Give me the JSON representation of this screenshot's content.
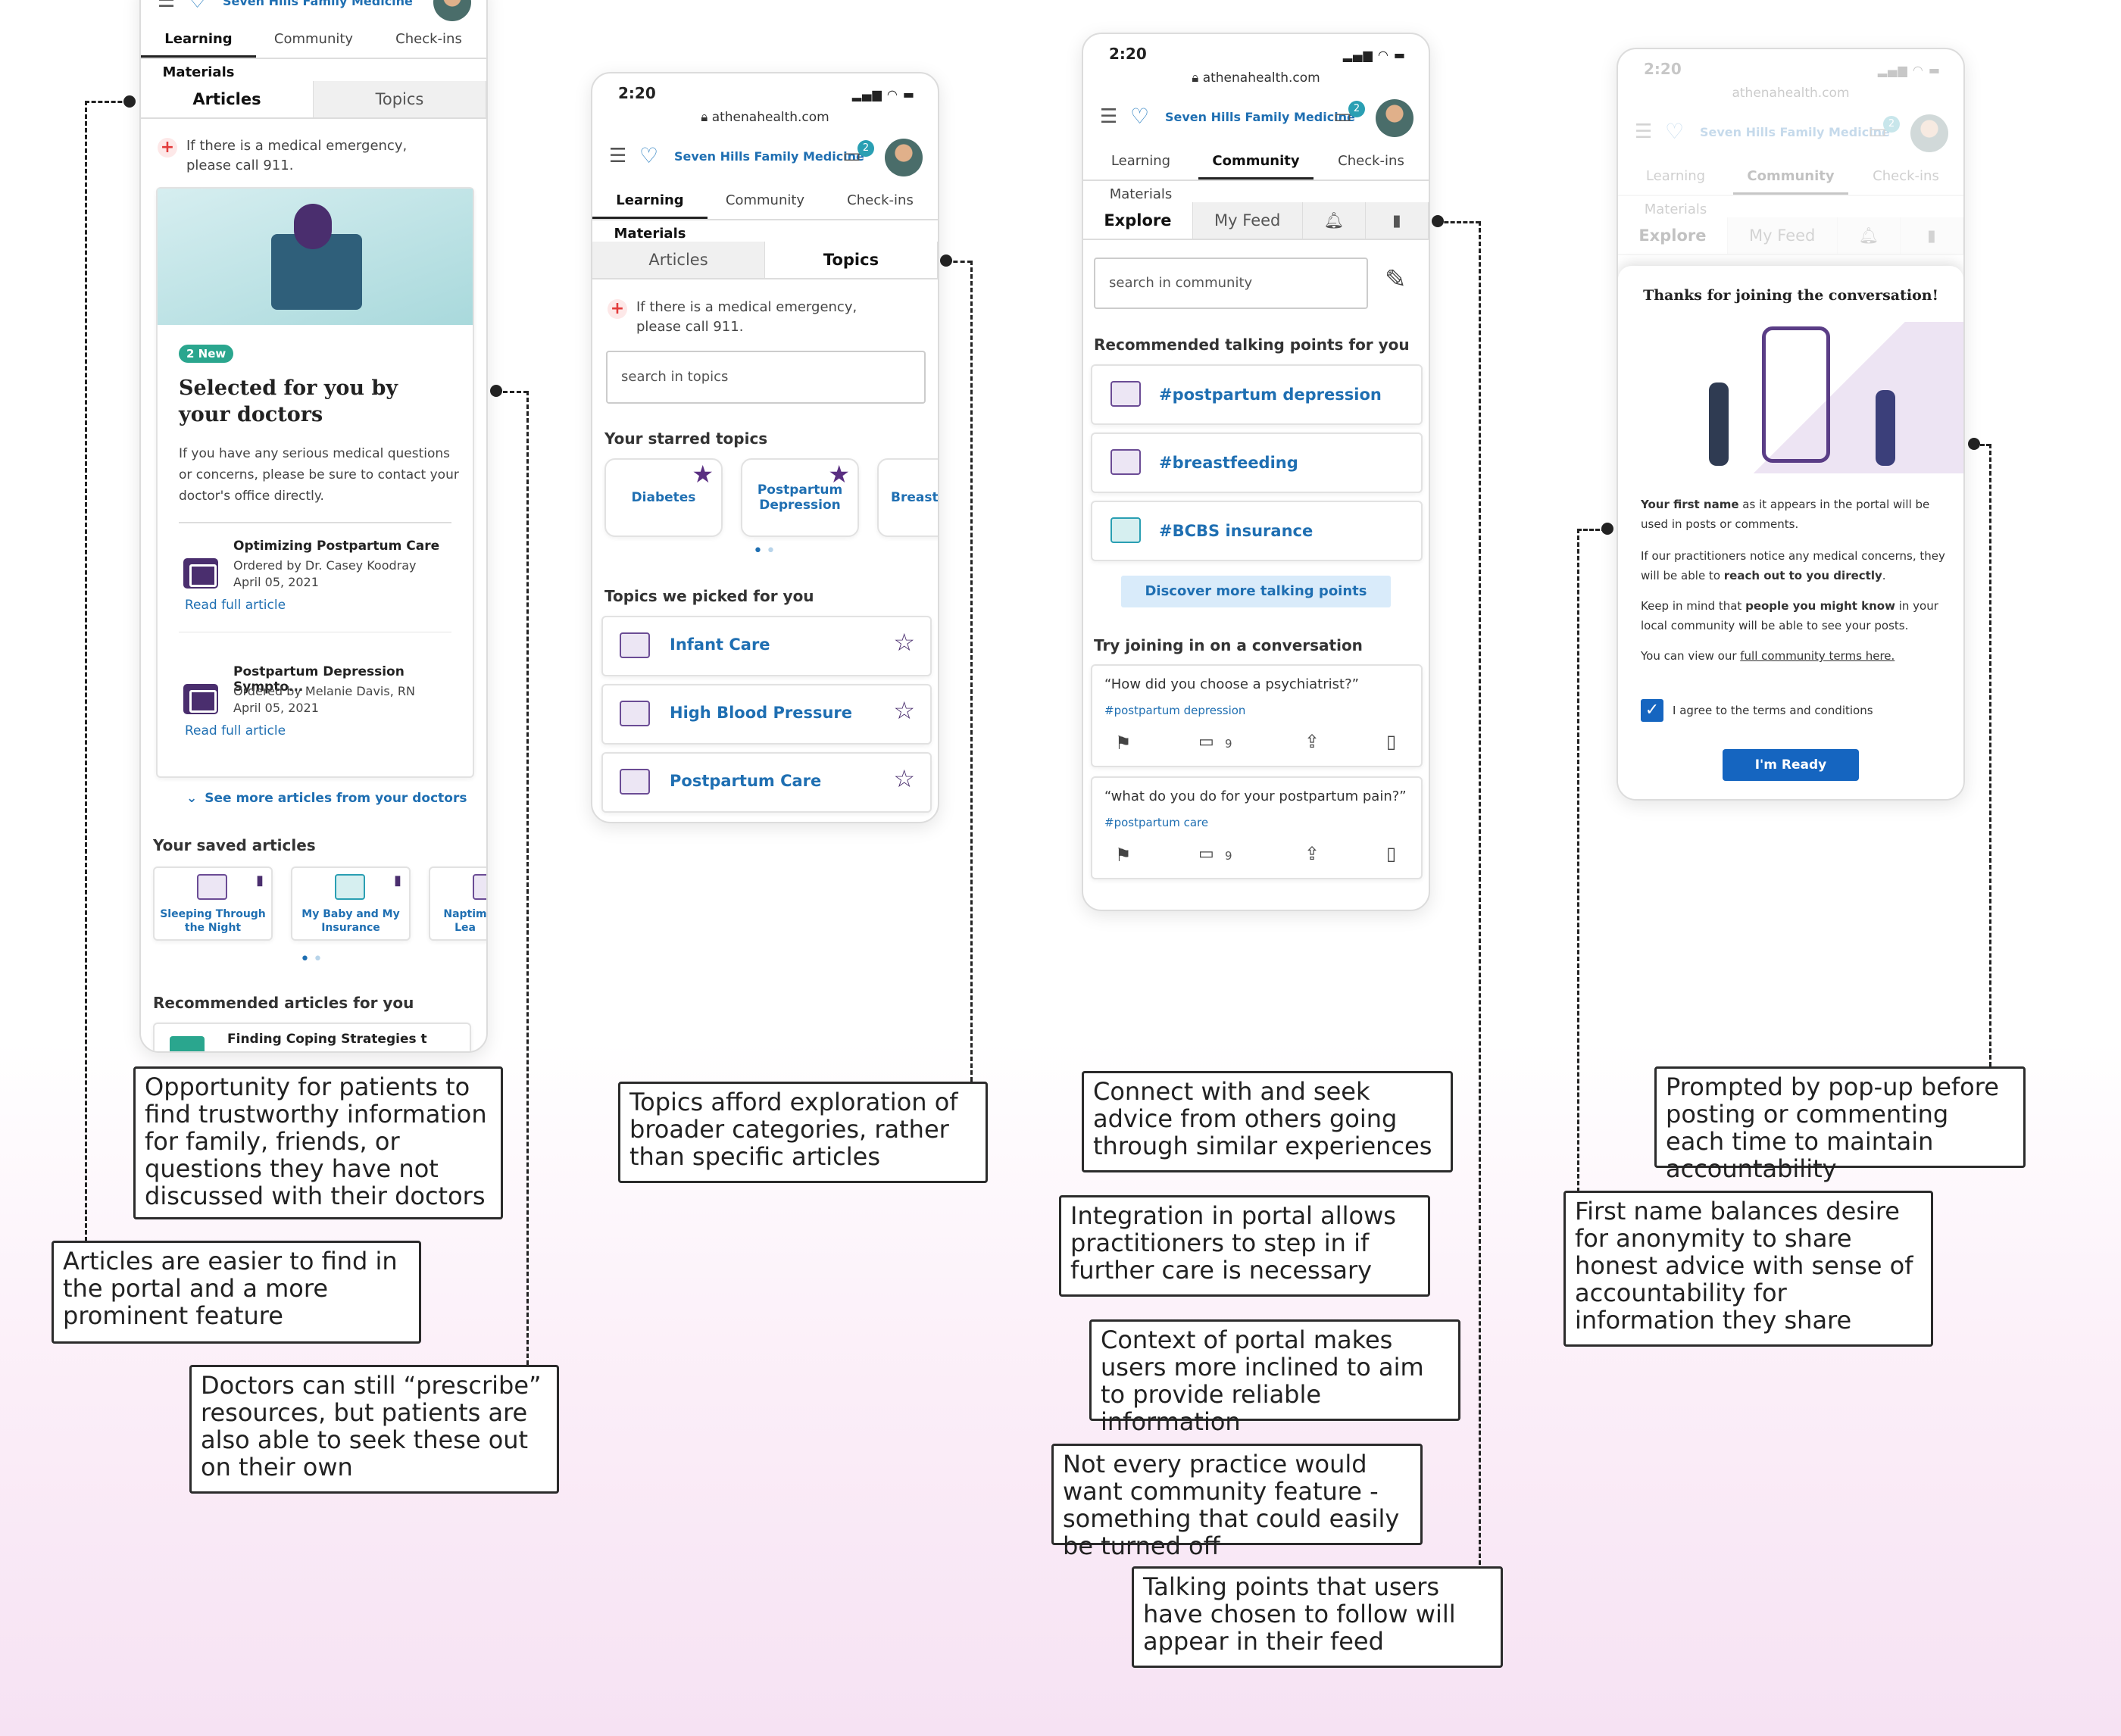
{
  "brand": {
    "name": "Seven Hills Family Medicine",
    "badge": "2",
    "url": "athenahealth.com",
    "time": "2:20"
  },
  "nav": {
    "tab1": "Learning Materials",
    "tab2": "Community",
    "tab3": "Check-ins"
  },
  "s1": {
    "seg1": "Articles",
    "seg2": "Topics",
    "emergency": "If there is a medical emergency, please call 911.",
    "new_badge": "2 New",
    "selected_title": "Selected for you by your doctors",
    "selected_desc": "If you have any serious medical questions or concerns, please be sure to contact your doctor's office directly.",
    "articles": [
      {
        "title": "Optimizing Postpartum Care",
        "by": "Ordered by Dr. Casey Koodray",
        "date": "April 05, 2021",
        "link": "Read full article"
      },
      {
        "title": "Postpartum Depression Sympto...",
        "by": "Ordered by Melanie Davis, RN",
        "date": "April 05, 2021",
        "link": "Read full article"
      }
    ],
    "see_more": "See more articles from your doctors",
    "saved_title": "Your saved articles",
    "saved": [
      "Sleeping Through the Night",
      "My Baby and My Insurance",
      "Naptim Lea"
    ],
    "recommended_title": "Recommended articles for you",
    "recommended_first": "Finding Coping Strategies t"
  },
  "s2": {
    "seg1": "Articles",
    "seg2": "Topics",
    "emergency": "If there is a medical emergency, please call 911.",
    "search_placeholder": "search in topics",
    "starred_title": "Your starred topics",
    "starred": [
      "Diabetes",
      "Postpartum Depression",
      "Breastf"
    ],
    "picked_title": "Topics we picked for you",
    "picked": [
      "Infant Care",
      "High Blood Pressure",
      "Postpartum Care"
    ]
  },
  "s3": {
    "seg1": "Explore",
    "seg2": "My Feed",
    "search_placeholder": "search in community",
    "rec_title": "Recommended talking points for you",
    "points": [
      "#postpartum depression",
      "#breastfeeding",
      "#BCBS insurance"
    ],
    "discover": "Discover more talking points",
    "try_title": "Try joining in on a conversation",
    "convos": [
      {
        "q": "“How did you choose a psychiatrist?”",
        "tag": "#postpartum depression",
        "count": "9"
      },
      {
        "q": "“what do you do for your postpartum pain?”",
        "tag": "#postpartum care",
        "count": "9"
      }
    ]
  },
  "s4": {
    "seg1": "Explore",
    "seg2": "My Feed",
    "modal_title": "Thanks for joining the conversation!",
    "p1_bold": "Your first name",
    "p1_rest": " as it appears in the portal will be used in posts or comments.",
    "p2_pre": "If our practitioners notice any medical concerns, they will be able to ",
    "p2_bold": "reach out to you directly",
    "p2_post": ".",
    "p3_pre": "Keep in mind that ",
    "p3_bold": "people you might know",
    "p3_post": " in your local community will be able to see your posts.",
    "p4_pre": "You can view our ",
    "p4_link": "full community terms here.",
    "agree": "I agree to the terms and conditions",
    "ready": "I'm Ready"
  },
  "annotations": {
    "a1": "Opportunity for patients to find trustworthy information for family, friends, or questions they have not discussed with their doctors",
    "a2": "Articles are easier to find in the portal and a more prominent feature",
    "a3": "Doctors can still “prescribe” resources, but patients are also able to seek these out on their own",
    "a4": "Topics afford exploration of broader categories, rather than specific articles",
    "a5": "Connect with and seek advice from others going through similar experiences",
    "a6": "Integration in portal allows practitioners to step in if further care is necessary",
    "a7": "Context of portal makes users more inclined to aim to provide reliable information",
    "a8": "Not every practice would want community feature - something that could easily be turned off",
    "a9": "Talking points that users have chosen to follow will appear in their feed",
    "a10": "Prompted by pop-up before posting or commenting each time to maintain accountability",
    "a11": "First name balances desire for anonymity to share honest advice with sense of accountability for information they share"
  },
  "colors": {
    "brand_blue": "#1f6fb2",
    "purple": "#4a2e6e",
    "teal": "#2a9fb3",
    "button": "#1565c0"
  }
}
